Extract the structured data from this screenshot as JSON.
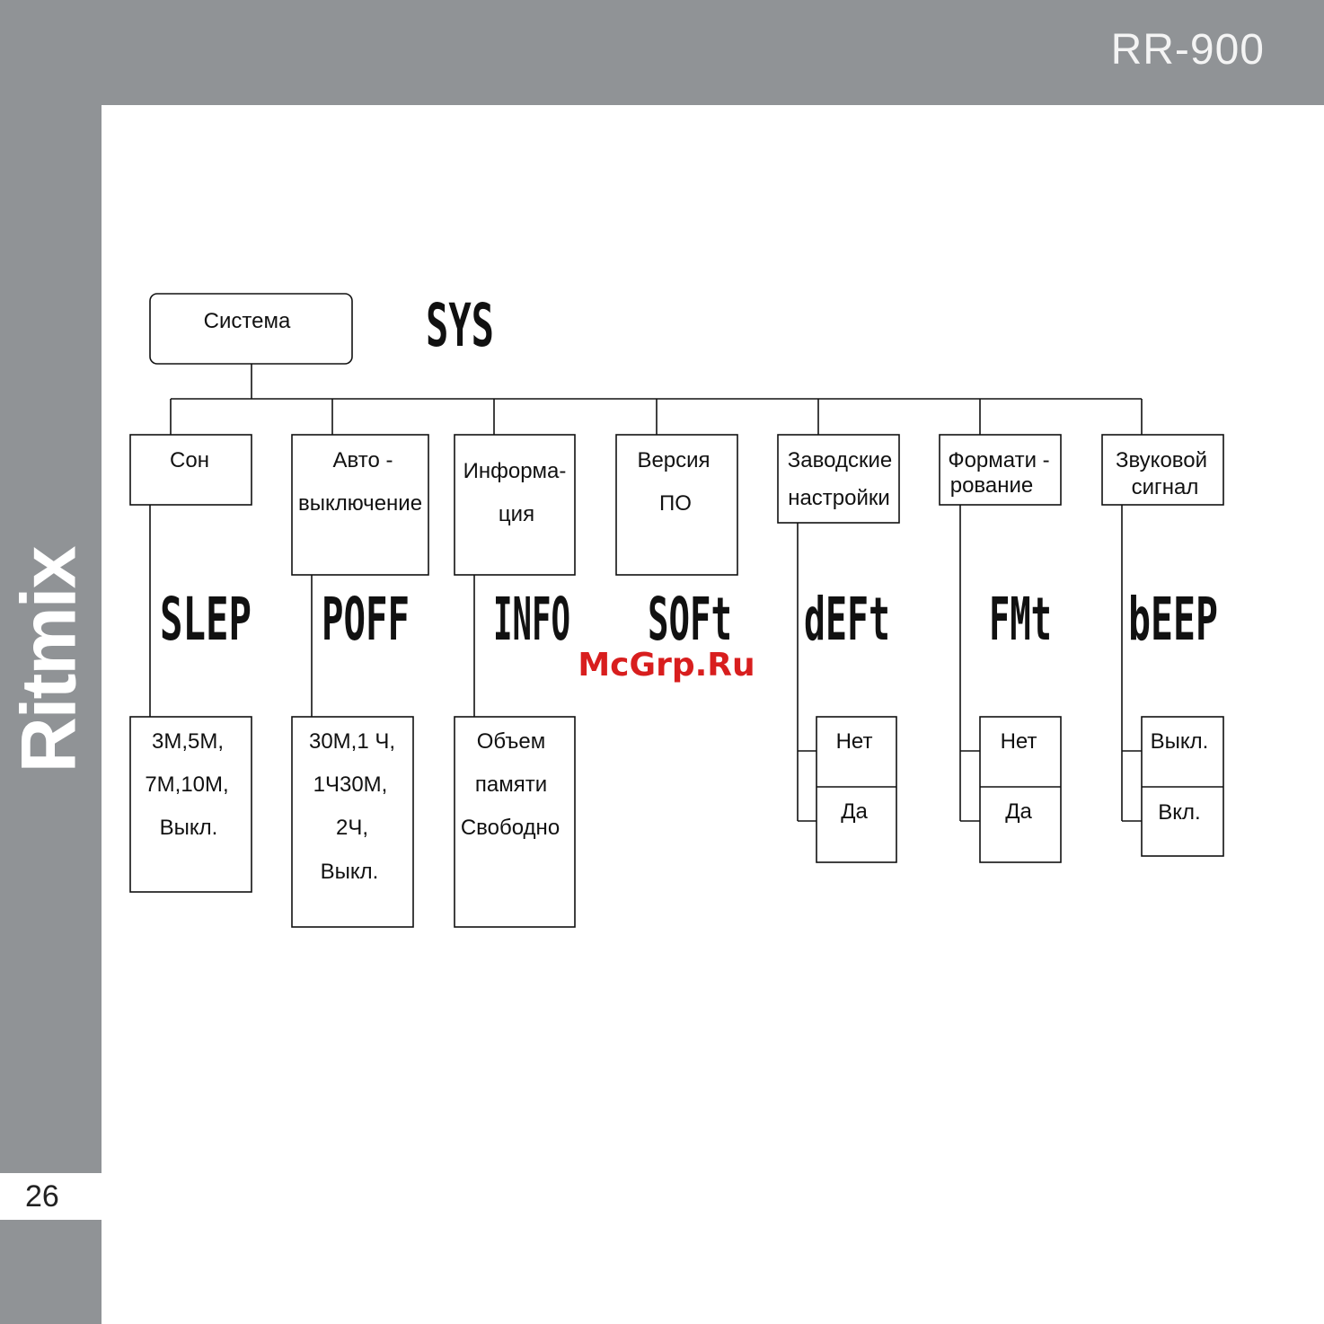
{
  "header": {
    "model": "RR-900"
  },
  "sidebar": {
    "brand": "Ritmix",
    "page_number": "26"
  },
  "watermark": "McGrp.Ru",
  "root": {
    "label": "Система",
    "code": "SYS"
  },
  "branches": [
    {
      "title_lines": [
        "Сон"
      ],
      "code": "SLEP",
      "option_lines": [
        "3М,5М,",
        "7М,10М,",
        "Выкл."
      ]
    },
    {
      "title_lines": [
        "Авто -",
        "выключение"
      ],
      "code": "POFF",
      "option_lines": [
        "30М,1 Ч,",
        "1Ч30М,",
        "2Ч,",
        "Выкл."
      ]
    },
    {
      "title_lines": [
        "Информа-",
        "ция"
      ],
      "code": "INFO",
      "option_lines": [
        "Объем",
        "памяти",
        "Свободно"
      ]
    },
    {
      "title_lines": [
        "Версия",
        "ПО"
      ],
      "code": "SOFt",
      "option_lines": []
    },
    {
      "title_lines": [
        "Заводские",
        "настройки"
      ],
      "code": "dEFt",
      "options": [
        "Нет",
        "Да"
      ]
    },
    {
      "title_lines": [
        "Формати -",
        "рование"
      ],
      "code": "FMt",
      "options": [
        "Нет",
        "Да"
      ]
    },
    {
      "title_lines": [
        "Звуковой",
        "сигнал"
      ],
      "code": "bEEP",
      "options": [
        "Выкл.",
        "Вкл."
      ]
    }
  ]
}
